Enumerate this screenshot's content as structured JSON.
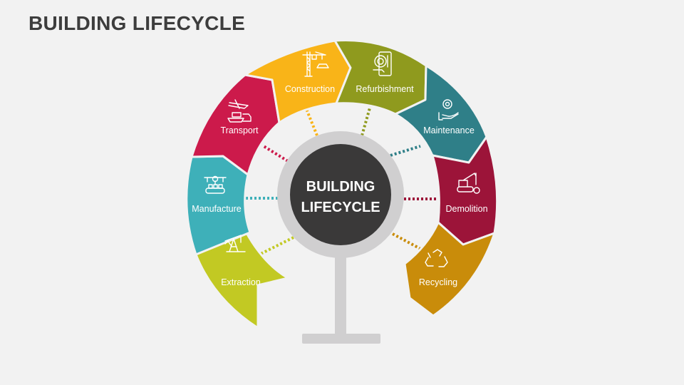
{
  "title": "BUILDING LIFECYCLE",
  "center": {
    "line1": "BUILDING",
    "line2": "LIFECYCLE"
  },
  "stages": [
    {
      "label": "Extraction",
      "icon": "oil-pump-icon",
      "color": "#c2c923"
    },
    {
      "label": "Manufacture",
      "icon": "conveyor-robot-icon",
      "color": "#3eb0b9"
    },
    {
      "label": "Transport",
      "icon": "plane-ship-truck-icon",
      "color": "#cc1a4b"
    },
    {
      "label": "Construction",
      "icon": "crane-icon",
      "color": "#f9b418"
    },
    {
      "label": "Refurbishment",
      "icon": "tools-phone-icon",
      "color": "#8f9a1e"
    },
    {
      "label": "Maintenance",
      "icon": "hand-gear-icon",
      "color": "#2f7f88"
    },
    {
      "label": "Demolition",
      "icon": "wrecking-crane-icon",
      "color": "#9c1439"
    },
    {
      "label": "Recycling",
      "icon": "recycle-icon",
      "color": "#c98c0a"
    }
  ]
}
